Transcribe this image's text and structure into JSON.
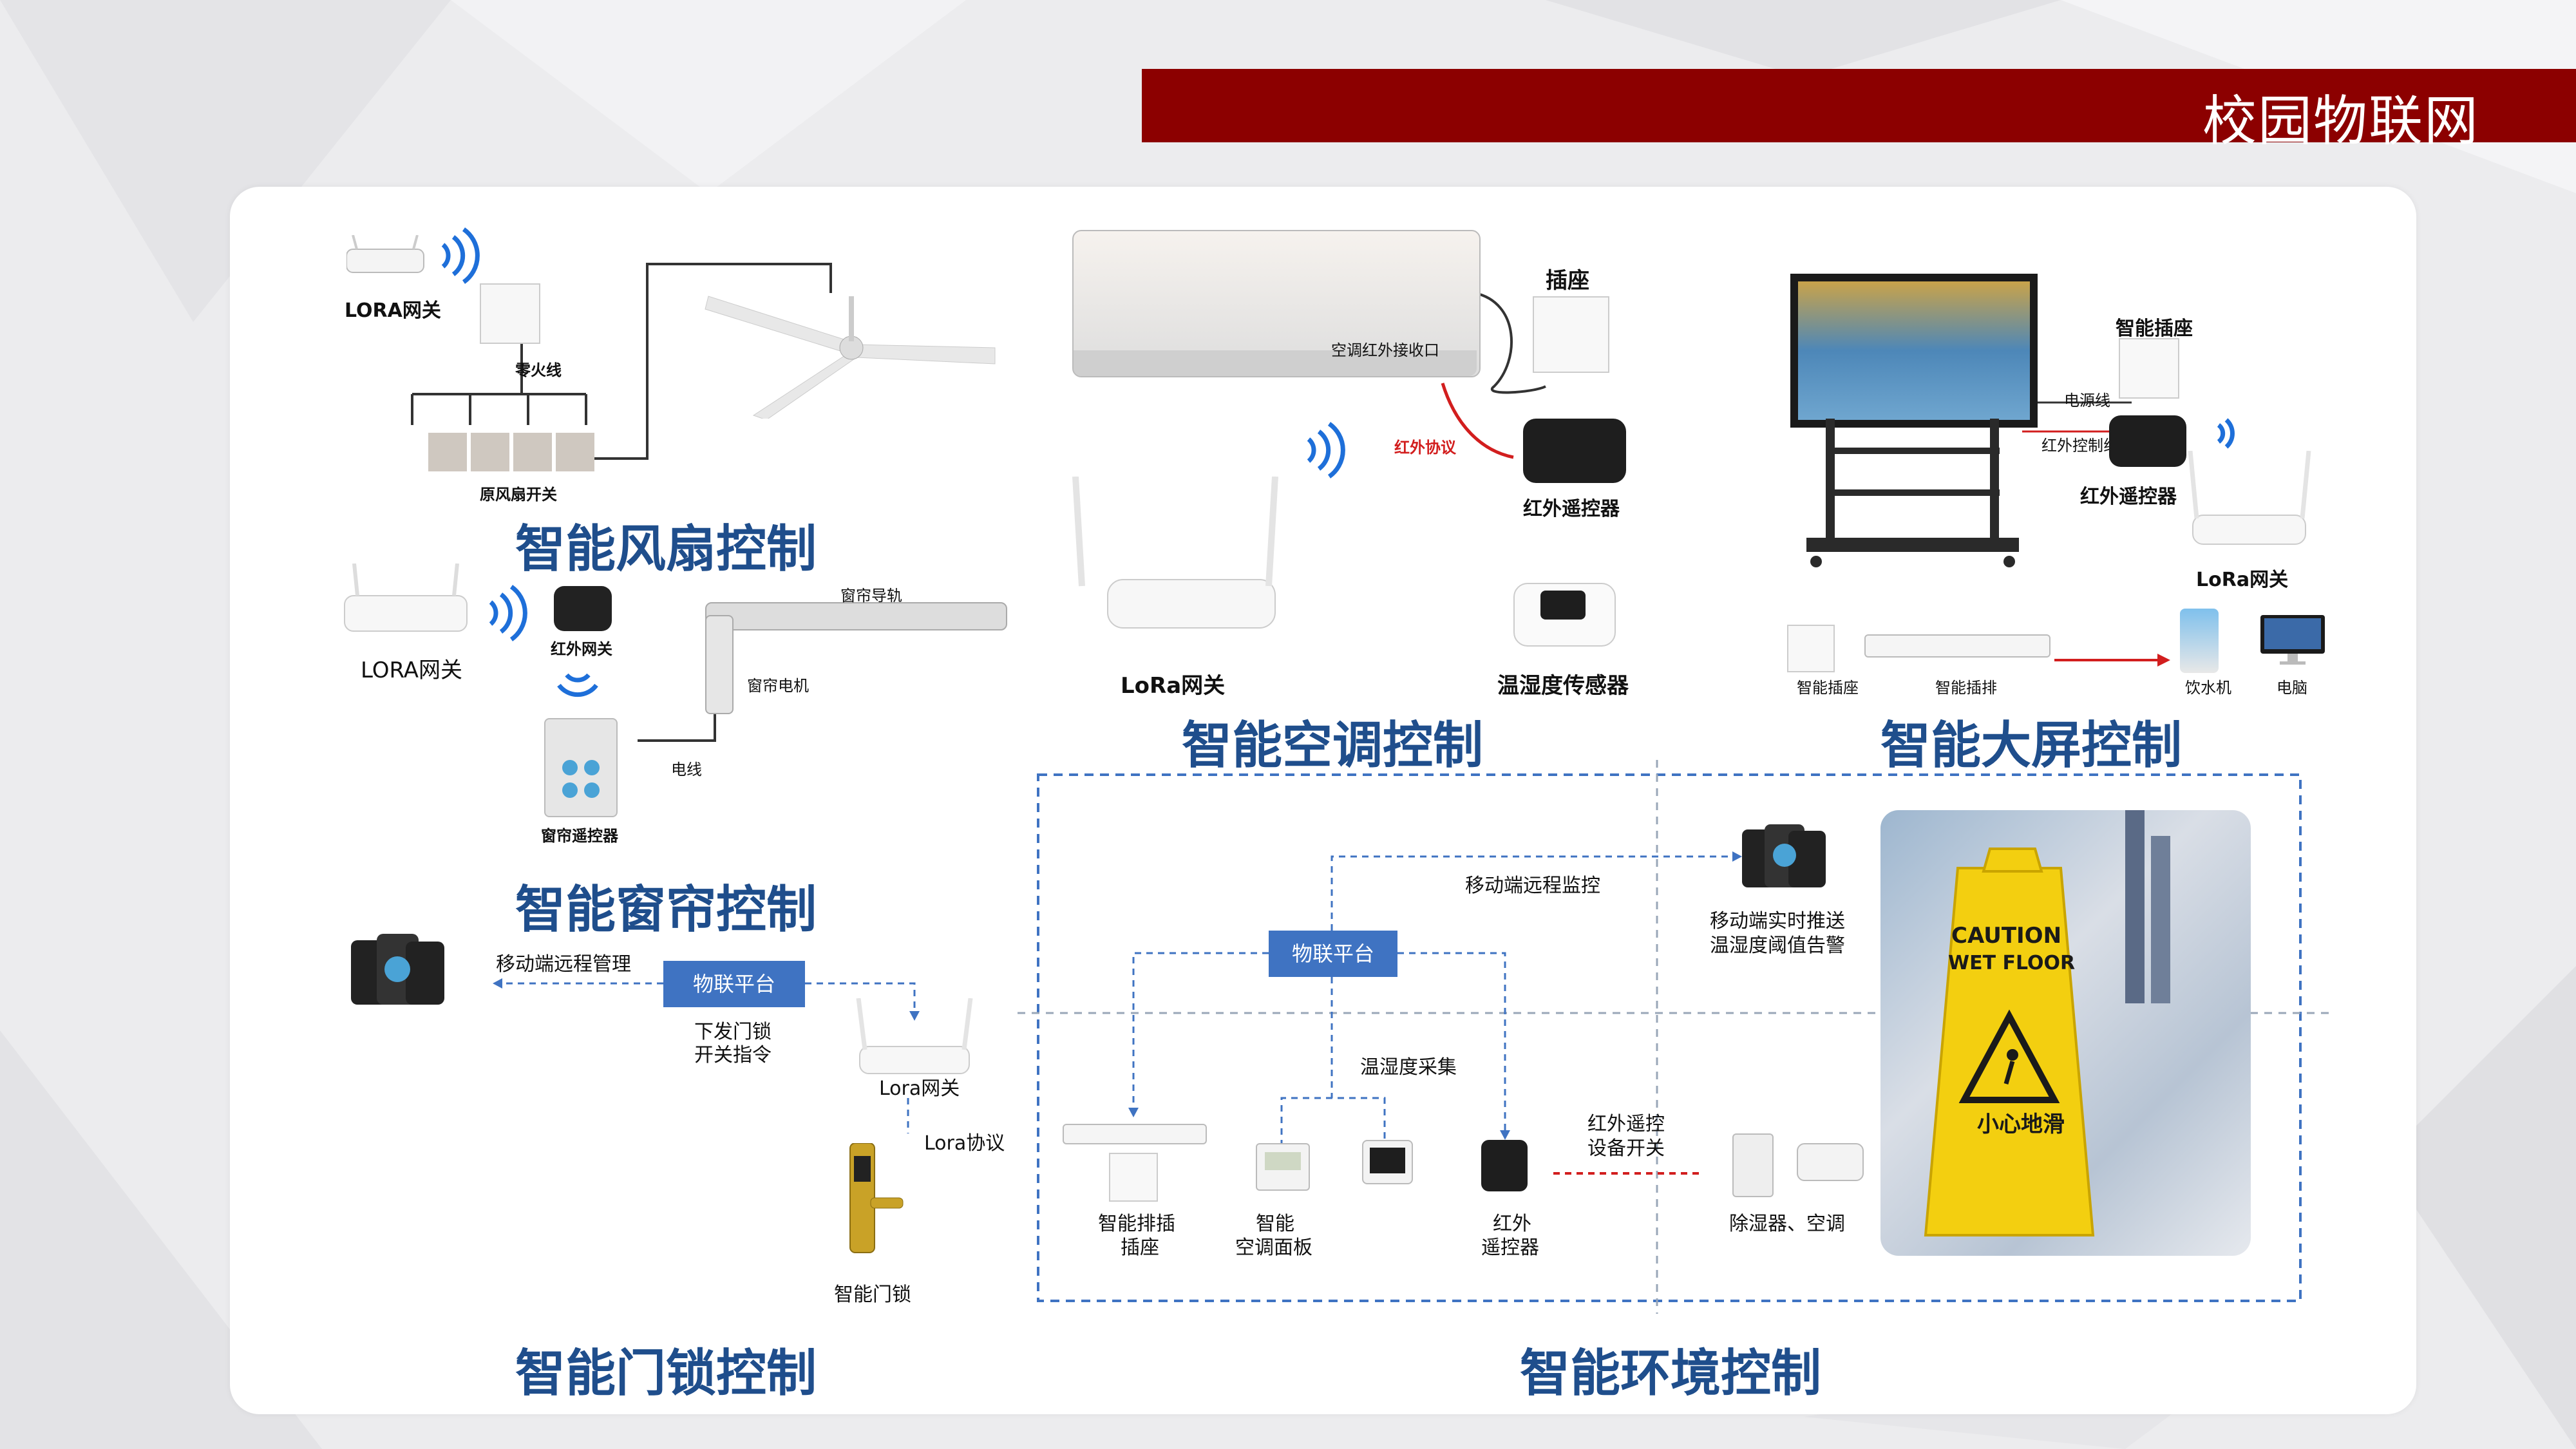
{
  "header": {
    "title": "校园物联网"
  },
  "sections": {
    "fan": {
      "title": "智能风扇控制",
      "gateway": "LORA网关",
      "wire_label": "零火线",
      "switch_label": "原风扇开关"
    },
    "curtain": {
      "title": "智能窗帘控制",
      "gateway": "LORA网关",
      "ir_gateway": "红外网关",
      "remote": "窗帘遥控器",
      "track": "窗帘导轨",
      "motor": "窗帘电机",
      "wire": "电线"
    },
    "aircon": {
      "title": "智能空调控制",
      "ac_label": "空调红外接收口",
      "socket": "插座",
      "ir_protocol": "红外协议",
      "ir_remote": "红外遥控器",
      "gateway": "LoRa网关",
      "sensor": "温湿度传感器"
    },
    "screen": {
      "title": "智能大屏控制",
      "smart_socket_top": "智能插座",
      "power_line": "电源线",
      "ir_line": "红外控制线",
      "ir_remote": "红外遥控器",
      "gateway": "LoRa网关",
      "smart_socket": "智能插座",
      "smart_strip": "智能插排",
      "water": "饮水机",
      "pc": "电脑"
    },
    "lock": {
      "title": "智能门锁控制",
      "mobile_label": "移动端远程管理",
      "platform": "物联平台",
      "cmd_line1": "下发门锁",
      "cmd_line2": "开关指令",
      "gateway": "Lora网关",
      "protocol": "Lora协议",
      "lock": "智能门锁"
    },
    "environment": {
      "title": "智能环境控制",
      "platform": "物联平台",
      "mobile_monitor": "移动端远程监控",
      "mobile_push1": "移动端实时推送",
      "mobile_push2": "温湿度阈值告警",
      "collect": "温湿度采集",
      "ir_switch1": "红外遥控",
      "ir_switch2": "设备开关",
      "strip1": "智能排插",
      "strip2": "插座",
      "panel1": "智能",
      "panel2": "空调面板",
      "ir1": "红外",
      "ir2": "遥控器",
      "devices": "除湿器、空调",
      "sign_caution": "CAUTION",
      "sign_wet": "WET FLOOR",
      "sign_cn": "小心地滑"
    }
  },
  "colors": {
    "banner": "#8c0000",
    "title_blue": "#1f4e8c",
    "platform_blue": "#3f73c2",
    "dashed_blue": "#3f73c2",
    "ir_red": "#d21e1e"
  }
}
